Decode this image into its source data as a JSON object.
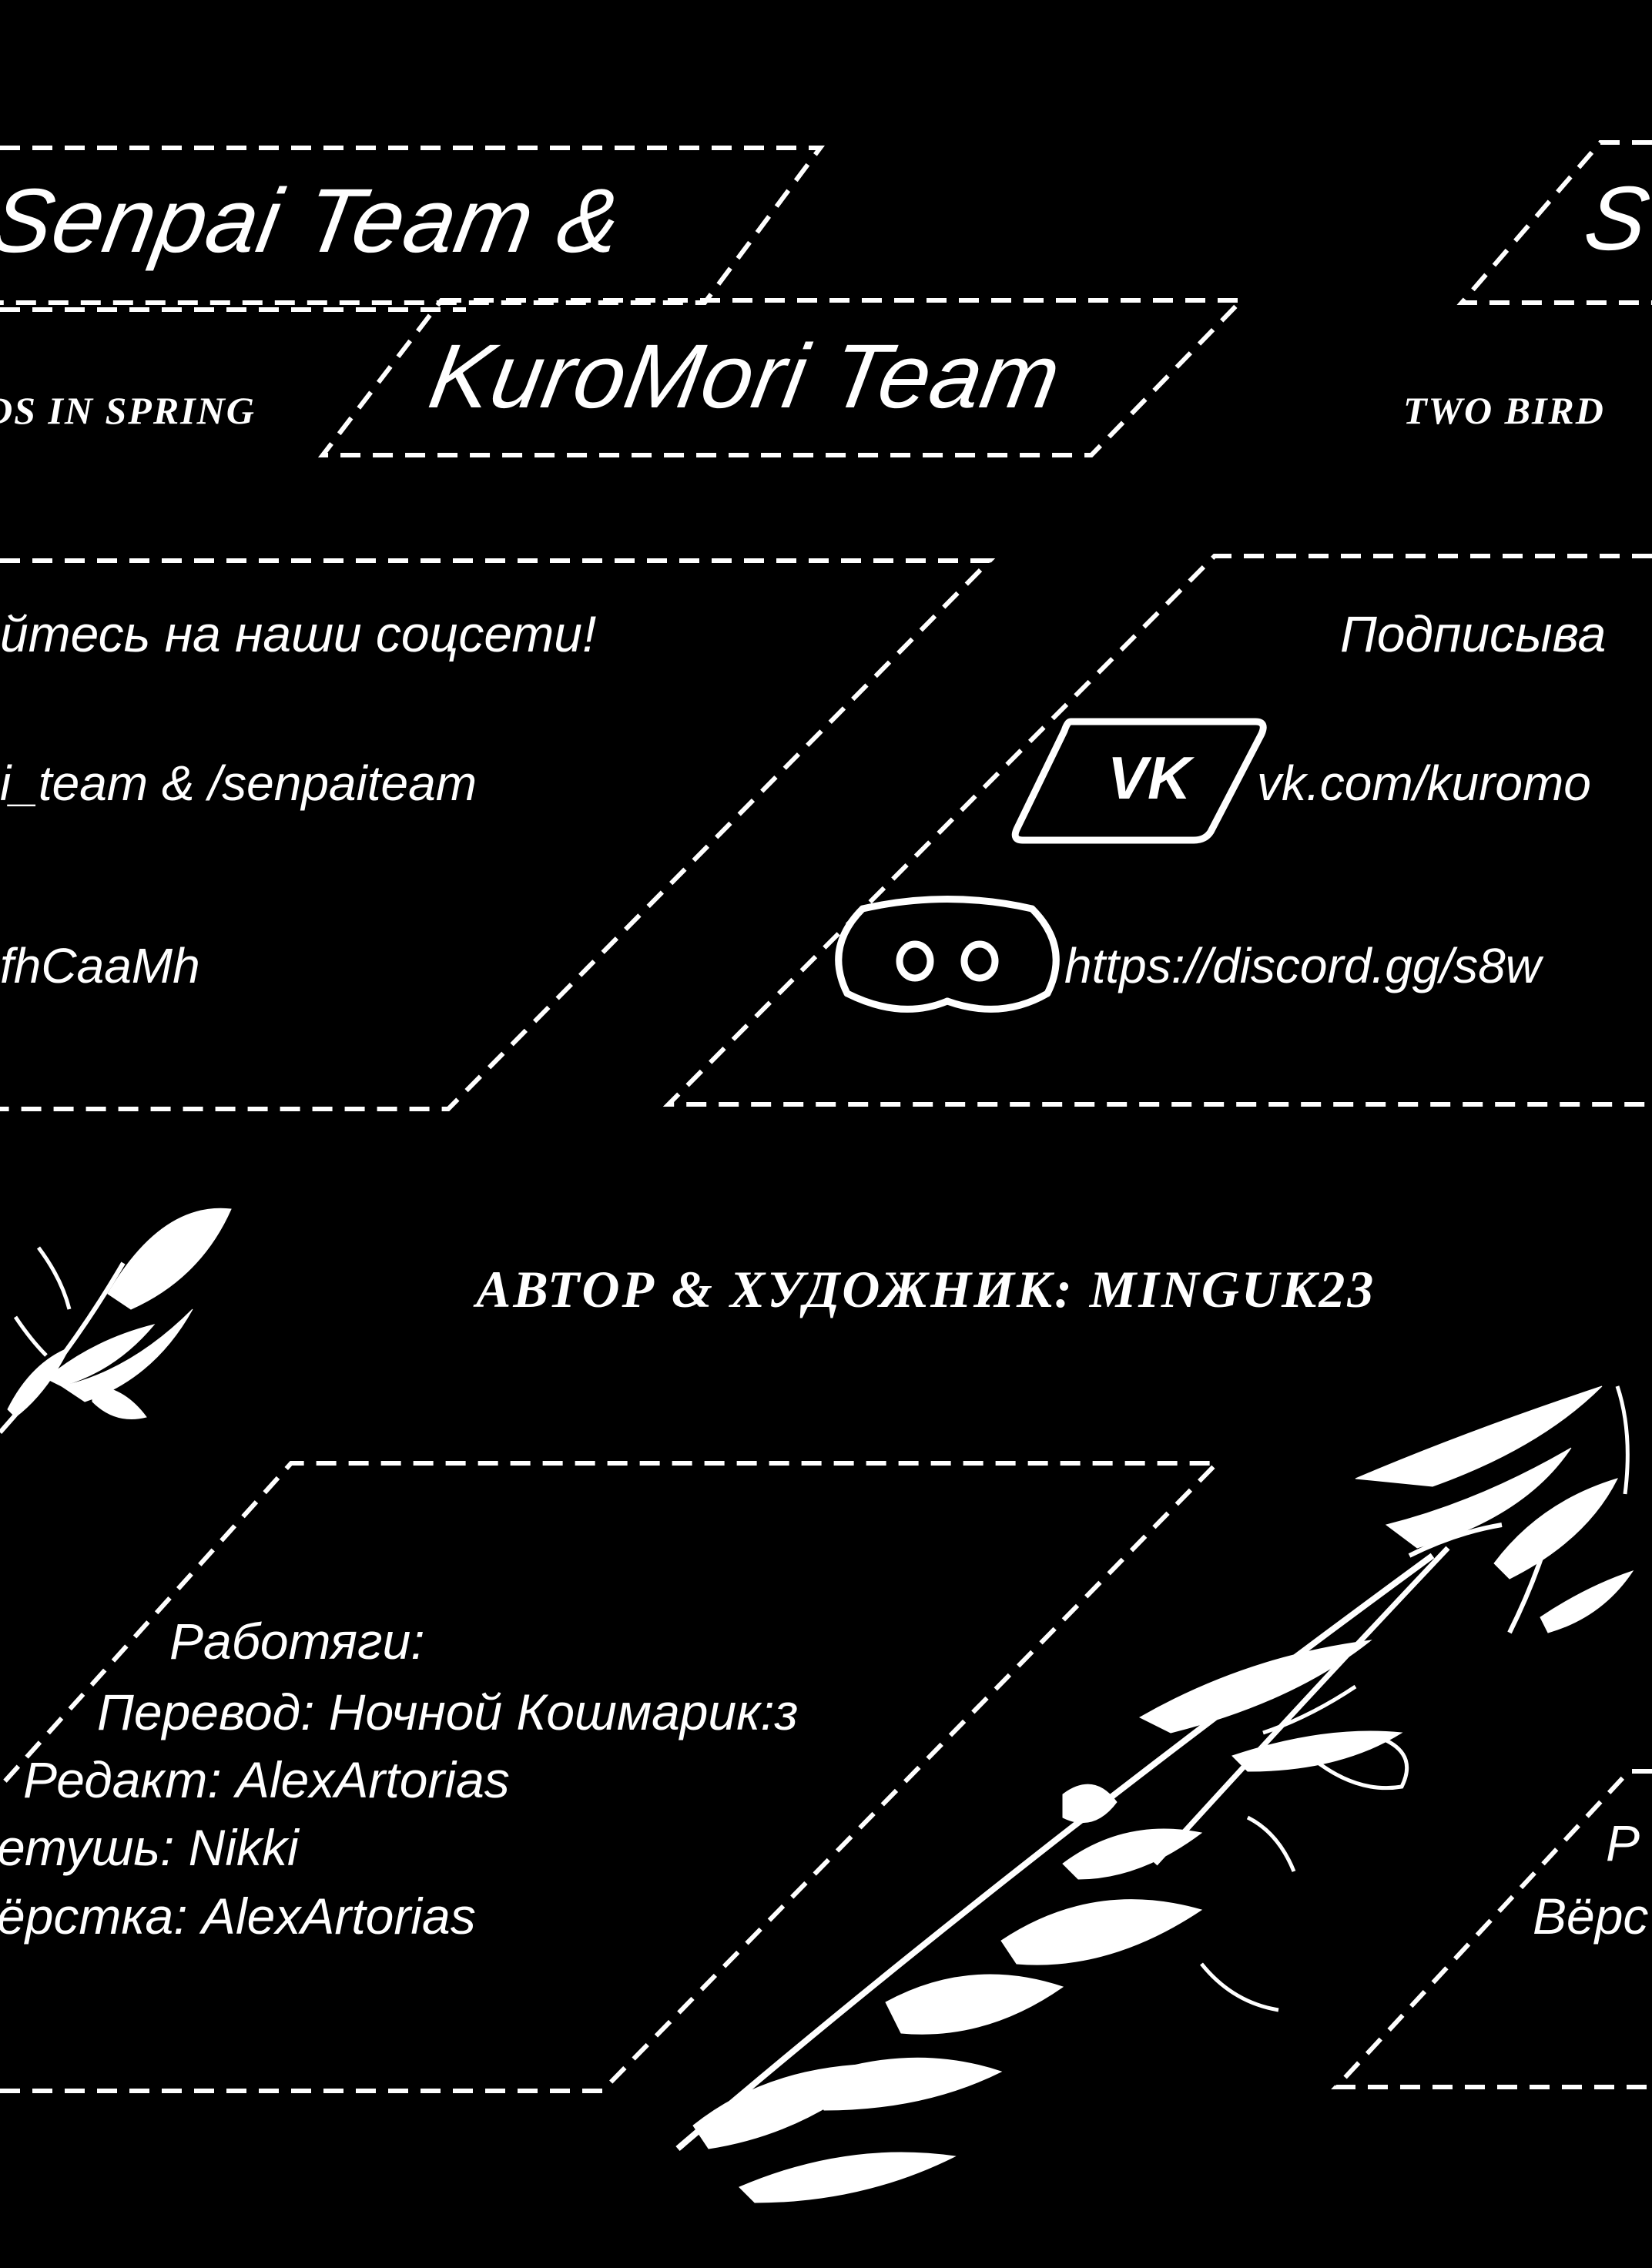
{
  "left_panel": {
    "team_line": "Senpai Team  &",
    "subtitle": "DS IN SPRING",
    "subscribe": "йтесь на наши соцсети!",
    "vk_link": "i_team & /senpaiteam",
    "discord_link": "fhCaaMh"
  },
  "center_title": "KuroMori Team",
  "right_panel": {
    "team_line": "S",
    "subtitle": "TWO BIRD",
    "subscribe": "Подписыва",
    "vk_link": "vk.com/kuromo",
    "discord_link": "https://discord.gg/s8w",
    "credits_fragment_1": "Р",
    "credits_fragment_2": "Вёрс"
  },
  "author_credit": "АВТОР & ХУДОЖНИК: MINGUK23",
  "credits": {
    "heading": "Работяги:",
    "translation": "Перевод: Ночной Кошмарик:з",
    "edit": "Редакт: AlexArtorias",
    "retouch": "етушь: Nikki",
    "layout": "ёрстка: AlexArtorias"
  },
  "icons": [
    "vk-icon",
    "discord-icon",
    "flower-icon"
  ],
  "colors": {
    "background": "#000000",
    "foreground": "#ffffff"
  }
}
